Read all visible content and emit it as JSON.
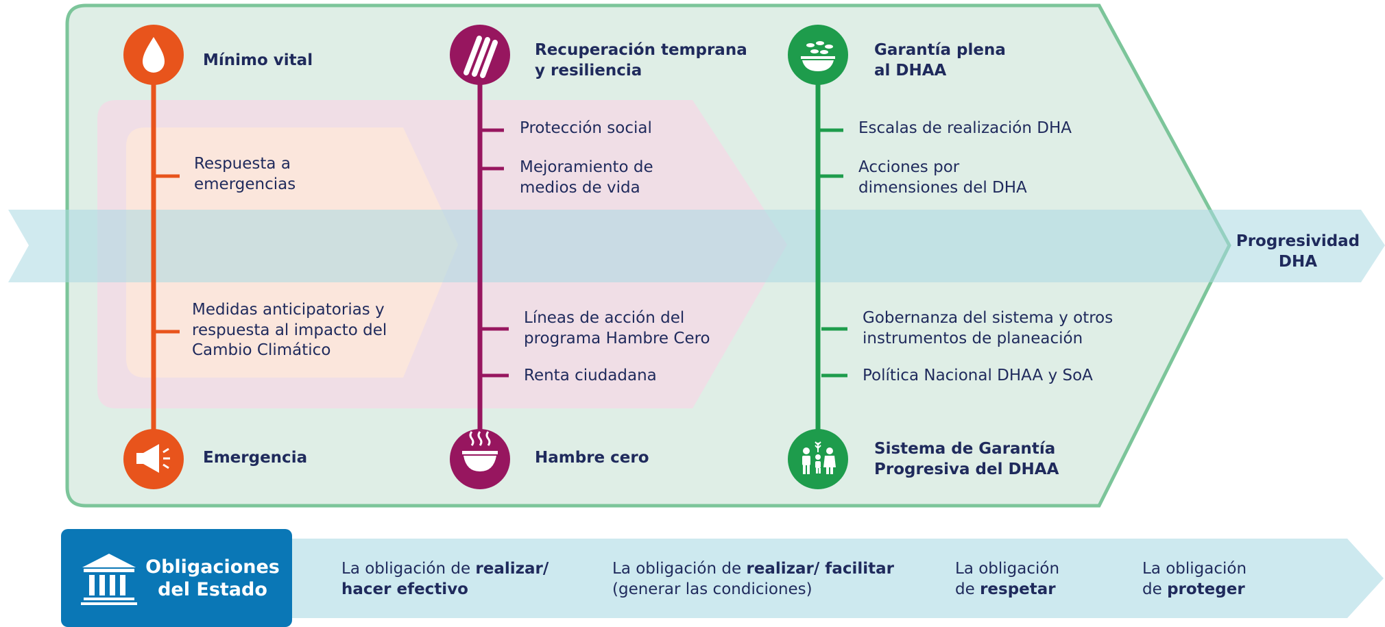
{
  "colors": {
    "orange": "#e8541c",
    "magenta": "#97165f",
    "green": "#1e9c4c",
    "navy": "#1f2a5c",
    "estado_blue": "#0a77b6",
    "arrow_band": "#bfe3ea",
    "green_panel": "#dfeee6"
  },
  "phases": [
    {
      "title_lines": [
        "Mínimo vital"
      ],
      "end_title": "Emergencia",
      "top_icon": "water-drop-icon",
      "bottom_icon": "megaphone-icon",
      "items_top": [
        [
          "Respuesta a",
          "emergencias"
        ]
      ],
      "items_bottom": [
        [
          "Medidas anticipatorias y",
          "respuesta al impacto del",
          "Cambio Climático"
        ]
      ]
    },
    {
      "title_lines": [
        "Recuperación temprana",
        "y resiliencia"
      ],
      "end_title": "Hambre cero",
      "top_icon": "grain-stalks-icon",
      "bottom_icon": "hot-bowl-icon",
      "items_top": [
        [
          "Protección social"
        ],
        [
          "Mejoramiento de",
          "medios de vida"
        ]
      ],
      "items_bottom": [
        [
          "Líneas de acción del",
          "programa Hambre Cero"
        ],
        [
          "Renta ciudadana"
        ]
      ]
    },
    {
      "title_lines": [
        "Garantía plena",
        "al DHAA"
      ],
      "end_title_lines": [
        "Sistema de Garantía",
        "Progresiva del DHAA"
      ],
      "top_icon": "food-bowl-icon",
      "bottom_icon": "family-icon",
      "items_top": [
        [
          "Escalas de realización DHA"
        ],
        [
          "Acciones por",
          "dimensiones del DHA"
        ]
      ],
      "items_bottom": [
        [
          "Gobernanza del sistema y otros",
          "instrumentos de planeación"
        ],
        [
          "Política Nacional DHAA y SoA"
        ]
      ]
    }
  ],
  "progresividad": [
    "Progresividad",
    "DHA"
  ],
  "obligaciones": {
    "title_lines": [
      "Obligaciones",
      "del Estado"
    ],
    "icon": "government-building-icon",
    "items": [
      {
        "line1_pre": "La obligación de ",
        "line1_bold": "realizar/",
        "line2_bold": "hacer efectivo",
        "line2_rest": ""
      },
      {
        "line1_pre": "La obligación de ",
        "line1_bold": "realizar/ facilitar",
        "line2_bold": "",
        "line2_rest": "(generar las condiciones)"
      },
      {
        "line1_pre": "La obligación",
        "line1_bold": "",
        "line2_pre": "de ",
        "line2_bold": "respetar",
        "line2_rest": ""
      },
      {
        "line1_pre": "La obligación",
        "line1_bold": "",
        "line2_pre": "de ",
        "line2_bold": "proteger",
        "line2_rest": ""
      }
    ]
  }
}
